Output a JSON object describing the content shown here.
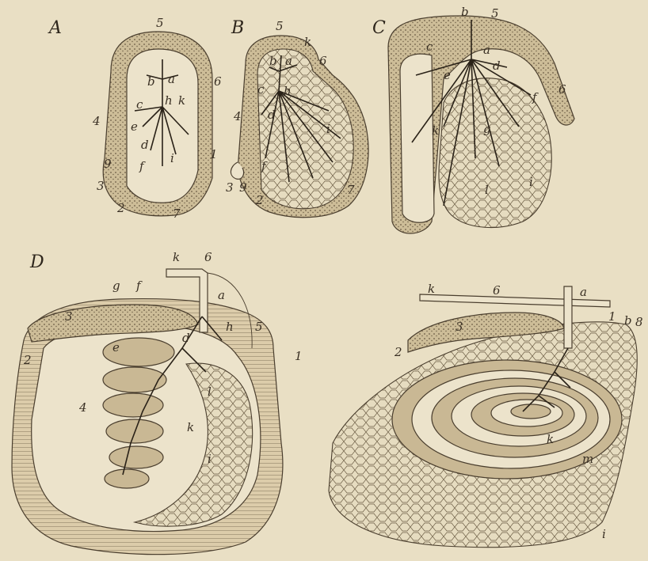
{
  "figure_letters": {
    "A": "A",
    "B": "B",
    "C": "C",
    "D": "D"
  },
  "labels_A": [
    "5",
    "a",
    "b",
    "h",
    "k",
    "c",
    "e",
    "d",
    "f",
    "i",
    "6",
    "4",
    "9",
    "1",
    "3",
    "2",
    "7"
  ],
  "labels_B": [
    "5",
    "k",
    "a",
    "b",
    "6",
    "c",
    "h",
    "d",
    "f",
    "i",
    "4",
    "3",
    "9",
    "2",
    "7"
  ],
  "labels_C": [
    "b",
    "5",
    "c",
    "a",
    "d",
    "e",
    "g",
    "f",
    "k",
    "6",
    "l",
    "i"
  ],
  "labels_D": [
    "k",
    "6",
    "g",
    "f",
    "3",
    "a",
    "h",
    "e",
    "d",
    "2",
    "5",
    "1",
    "4",
    "l",
    "k",
    "i"
  ],
  "labels_E": [
    "k",
    "6",
    "a",
    "3",
    "1",
    "b",
    "8",
    "2",
    "k",
    "m",
    "i"
  ]
}
